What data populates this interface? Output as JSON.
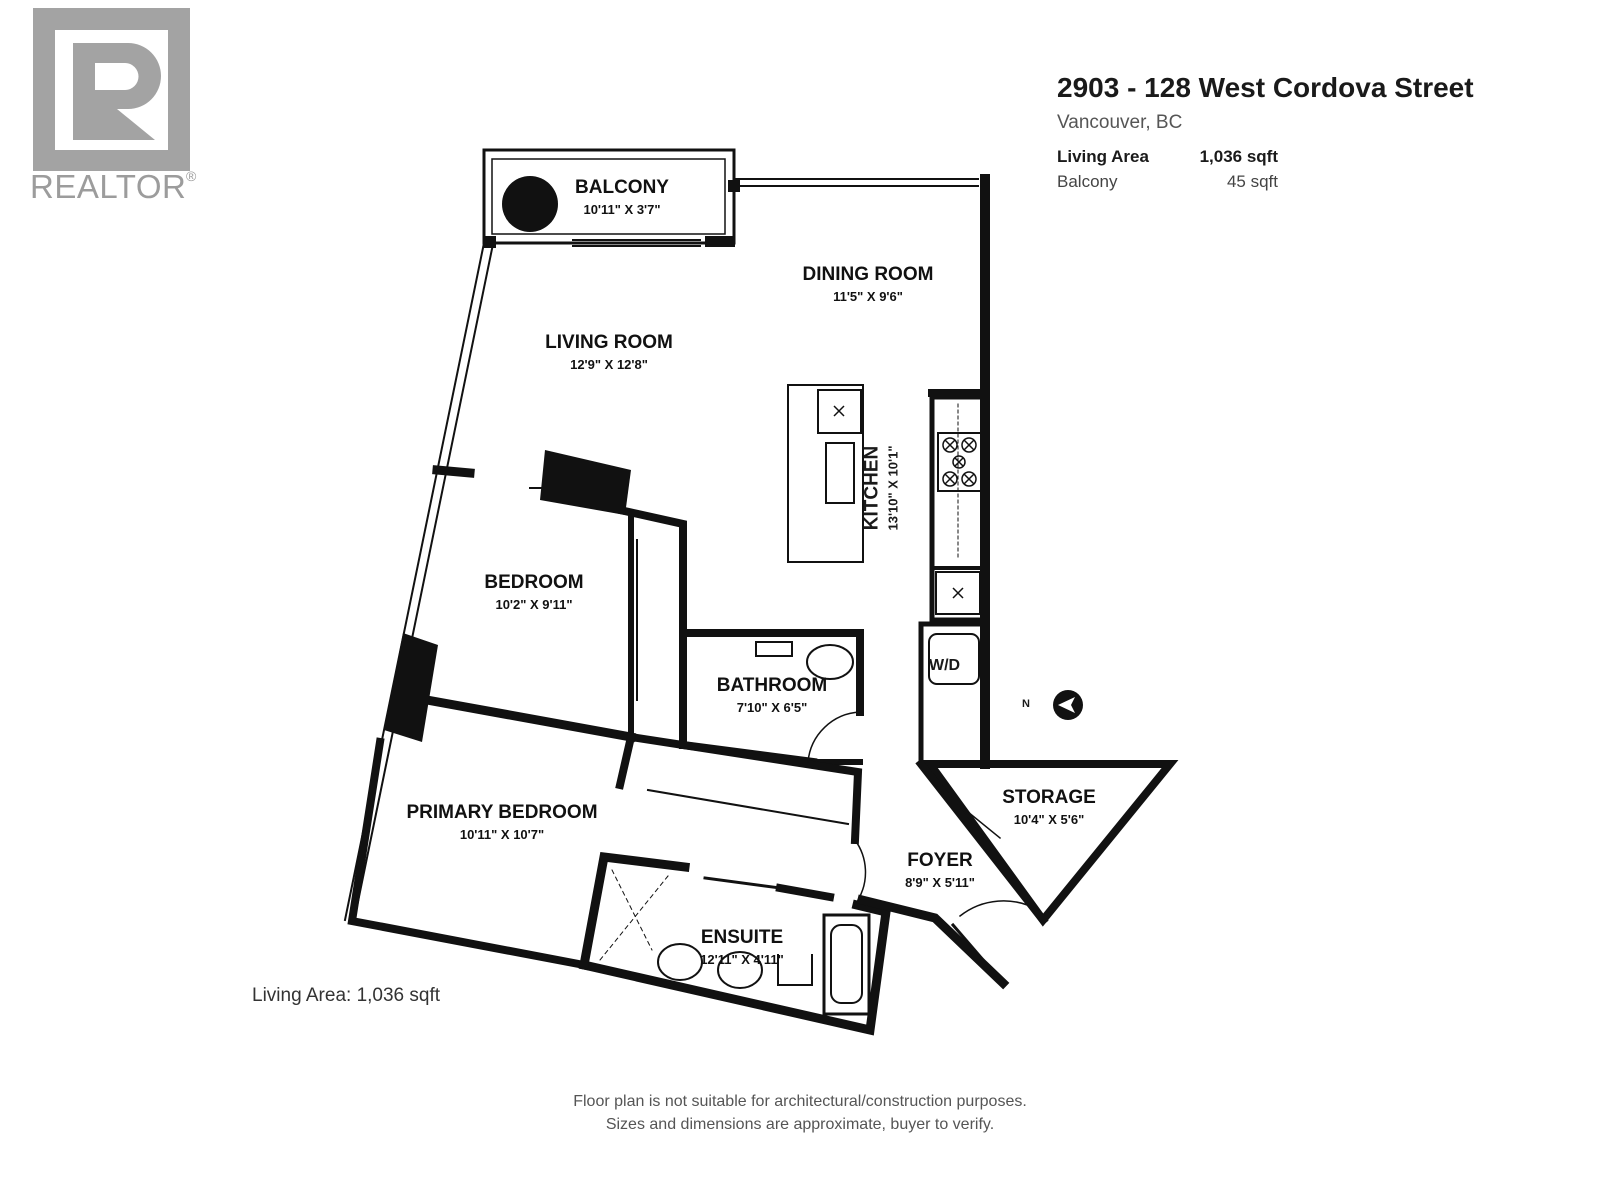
{
  "logo": {
    "brand": "REALTOR",
    "mark": "®"
  },
  "header": {
    "address": "2903 - 128 West Cordova Street",
    "city": "Vancouver, BC",
    "living_area_label": "Living Area",
    "living_area_value": "1,036 sqft",
    "balcony_label": "Balcony",
    "balcony_value": "45 sqft"
  },
  "rooms": {
    "balcony": {
      "name": "BALCONY",
      "dims": "10'11\" X 3'7\""
    },
    "dining": {
      "name": "DINING ROOM",
      "dims": "11'5\" X 9'6\""
    },
    "living": {
      "name": "LIVING ROOM",
      "dims": "12'9\" X 12'8\""
    },
    "kitchen": {
      "name": "KITCHEN",
      "dims": "13'10\" X 10'1\""
    },
    "bedroom": {
      "name": "BEDROOM",
      "dims": "10'2\" X 9'11\""
    },
    "bathroom": {
      "name": "BATHROOM",
      "dims": "7'10\" X 6'5\""
    },
    "primary": {
      "name": "PRIMARY BEDROOM",
      "dims": "10'11\" X 10'7\""
    },
    "storage": {
      "name": "STORAGE",
      "dims": "10'4\" X 5'6\""
    },
    "foyer": {
      "name": "FOYER",
      "dims": "8'9\" X 5'11\""
    },
    "ensuite": {
      "name": "ENSUITE",
      "dims": "12'11\" X 4'11\""
    }
  },
  "fixtures": {
    "washer_dryer": "W/D",
    "north": "N"
  },
  "footer": {
    "living_area": "Living Area: 1,036 sqft",
    "disclaimer_line1": "Floor plan is not suitable for architectural/construction purposes.",
    "disclaimer_line2": "Sizes and dimensions are approximate, buyer to verify."
  }
}
